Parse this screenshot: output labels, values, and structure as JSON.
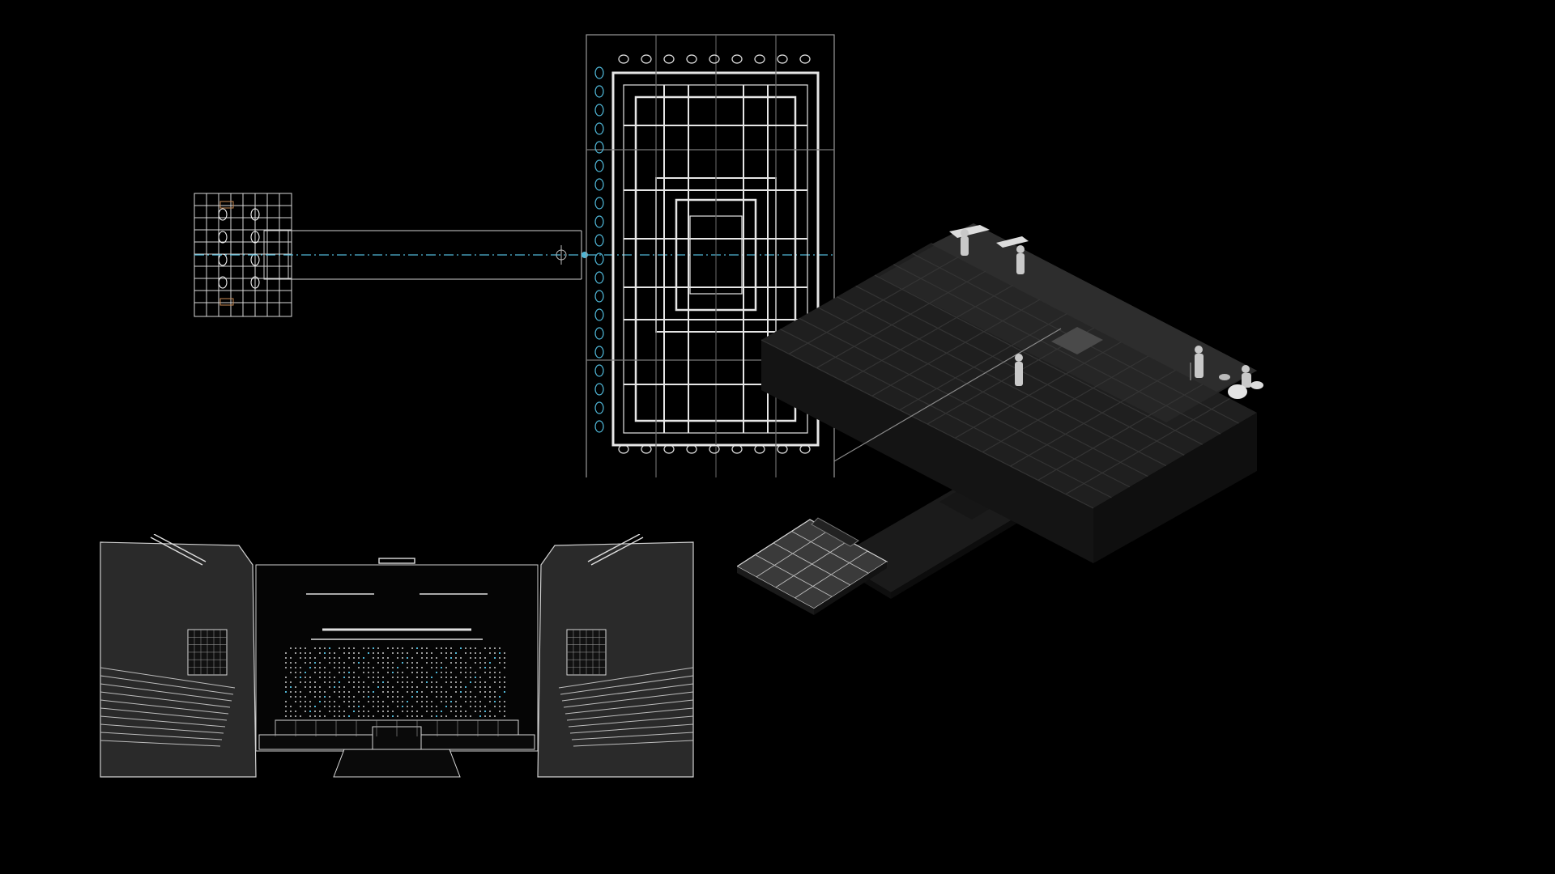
{
  "drawing_set": {
    "views": [
      {
        "id": "plan-view",
        "kind": "top-down technical rigging plan with runway and thrust stage"
      },
      {
        "id": "perspective-view",
        "kind": "wireframe perspective from audience toward stage"
      },
      {
        "id": "iso-view",
        "kind": "isometric rendered stage model with performers"
      }
    ]
  },
  "colors": {
    "background": "#000000",
    "line": "#e6e6e6",
    "accent": "#4fb6d6",
    "marker": "#c88a55",
    "iso_top": "#1f1f1f",
    "iso_side": "#111111"
  }
}
